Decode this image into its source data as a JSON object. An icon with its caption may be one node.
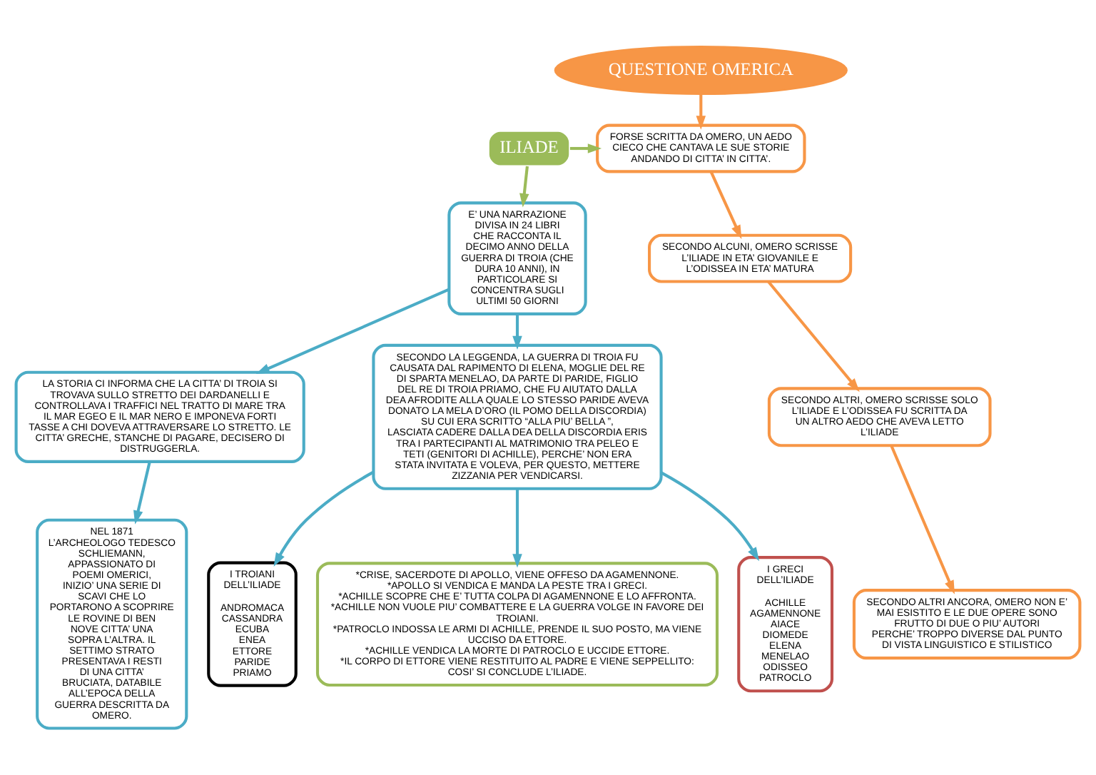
{
  "diagram": {
    "nodes": [
      {
        "text": [
          "QUESTIONE OMERICA"
        ]
      },
      {
        "text": [
          "FORSE SCRITTA DA OMERO, UN AEDO CIECO CHE CANTAVA LE SUE STORIE ANDANDO DI CITTA’ IN CITTA’."
        ]
      },
      {
        "text": [
          "SECONDO ALCUNI, OMERO SCRISSE L’ILIADE IN ETA’ GIOVANILE E L’ODISSEA IN ETA’ MATURA"
        ]
      },
      {
        "text": [
          "SECONDO ALTRI, OMERO SCRISSE SOLO L’ILIADE E L’ODISSEA FU SCRITTA DA UN ALTRO AEDO CHE AVEVA LETTO L’ILIADE"
        ]
      },
      {
        "text": [
          "SECONDO ALTRI ANCORA, OMERO NON E’ MAI ESISTITO E LE DUE OPERE SONO FRUTTO DI DUE O PIU’ AUTORI PERCHE’ TROPPO DIVERSE DAL PUNTO DI VISTA LINGUISTICO E STILISTICO"
        ]
      },
      {
        "text": [
          "ILIADE"
        ]
      },
      {
        "text": [
          "E’ UNA NARRAZIONE DIVISA IN 24 LIBRI CHE RACCONTA IL DECIMO ANNO DELLA GUERRA DI TROIA (CHE DURA 10 ANNI), IN PARTICOLARE SI CONCENTRA SUGLI ULTIMI 50 GIORNI"
        ]
      },
      {
        "text": [
          "LA STORIA CI INFORMA CHE LA CITTA’ DI TROIA SI TROVAVA SULLO STRETTO DEI DARDANELLI E CONTROLLAVA I TRAFFICI NEL TRATTO DI MARE TRA IL MAR EGEO E IL MAR NERO E IMPONEVA FORTI TASSE A CHI DOVEVA ATTRAVERSARE LO STRETTO. LE CITTA’ GRECHE, STANCHE DI PAGARE, DECISERO DI DISTRUGGERLA."
        ]
      },
      {
        "text": [
          "SECONDO LA LEGGENDA, LA GUERRA DI TROIA FU CAUSATA DAL RAPIMENTO DI ELENA, MOGLIE DEL RE DI SPARTA MENELAO, DA PARTE DI PARIDE, FIGLIO DEL RE DI TROIA PRIAMO, CHE FU AIUTATO DALLA DEA AFRODITE ALLA QUALE LO STESSO PARIDE AVEVA DONATO LA MELA D’ORO (IL POMO DELLA DISCORDIA) SU CUI ERA SCRITTO “ALLA PIU’ BELLA ”, LASCIATA CADERE DALLA DEA DELLA DISCORDIA ERIS TRA I PARTECIPANTI AL MATRIMONIO TRA PELEO E TETI (GENITORI DI ACHILLE), PERCHE’ NON ERA STATA INVITATA E VOLEVA, PER QUESTO, METTERE ZIZZANIA PER VENDICARSI."
        ]
      },
      {
        "text": [
          "NEL 1871 L’ARCHEOLOGO TEDESCO SCHLIEMANN, APPASSIONATO DI POEMI OMERICI, INIZIO’ UNA SERIE DI SCAVI CHE LO PORTARONO A SCOPRIRE LE ROVINE DI BEN NOVE CITTA’ UNA SOPRA L’ALTRA. IL SETTIMO STRATO PRESENTAVA I RESTI DI UNA CITTA’ BRUCIATA, DATABILE ALL’EPOCA DELLA GUERRA DESCRITTA DA OMERO."
        ]
      },
      {
        "text": [
          "I GRECI DELL’ILIADE",
          "ACHILLE AGAMENNONE AIACE DIOMEDE ELENA MENELAO ODISSEO PATROCLO"
        ]
      },
      {
        "text": [
          "I TROIANI DELL’ILIADE",
          "ANDROMACA CASSANDRA ECUBA ENEA ETTORE PARIDE PRIAMO"
        ]
      },
      {
        "text": [
          "*CRISE, SACERDOTE DI APOLLO, VIENE OFFESO DA AGAMENNONE.",
          "*APOLLO SI VENDICA E MANDA LA PESTE TRA I GRECI.",
          "*ACHILLE SCOPRE CHE E’ TUTTA COLPA DI AGAMENNONE E LO AFFRONTA.",
          "*ACHILLE NON VUOLE PIU’ COMBATTERE E LA GUERRA VOLGE IN FAVORE DEI TROIANI.",
          "*PATROCLO INDOSSA LE ARMI DI ACHILLE, PRENDE IL SUO POSTO, MA VIENE UCCISO DA ETTORE.",
          "*ACHILLE VENDICA LA MORTE DI PATROCLO E UCCIDE ETTORE.",
          "*IL CORPO DI ETTORE VIENE RESTITUITO AL PADRE E VIENE SEPPELLITO: COSI’ SI CONCLUDE L’ILIADE."
        ]
      }
    ],
    "edges": [
      {
        "from": 0,
        "to": 1,
        "arrow": "to",
        "color": "#f79646"
      },
      {
        "from": 1,
        "to": 2,
        "arrow": "to",
        "color": "#f79646"
      },
      {
        "from": 2,
        "to": 3,
        "arrow": "to",
        "color": "#f79646"
      },
      {
        "from": 3,
        "to": 4,
        "arrow": "to",
        "color": "#f79646"
      },
      {
        "from": 5,
        "to": 1,
        "arrow": "to",
        "color": "#9bbb59"
      },
      {
        "from": 5,
        "to": 6,
        "arrow": "to",
        "color": "#9bbb59"
      },
      {
        "from": 6,
        "to": 7,
        "arrow": "to"
      },
      {
        "from": 6,
        "to": 8,
        "arrow": "to"
      },
      {
        "from": 7,
        "to": 9,
        "arrow": "to"
      },
      {
        "from": 8,
        "to": 10,
        "arrow": "to"
      },
      {
        "from": 8,
        "to": 11,
        "arrow": "to"
      },
      {
        "from": 8,
        "to": 12,
        "arrow": "to"
      }
    ]
  }
}
